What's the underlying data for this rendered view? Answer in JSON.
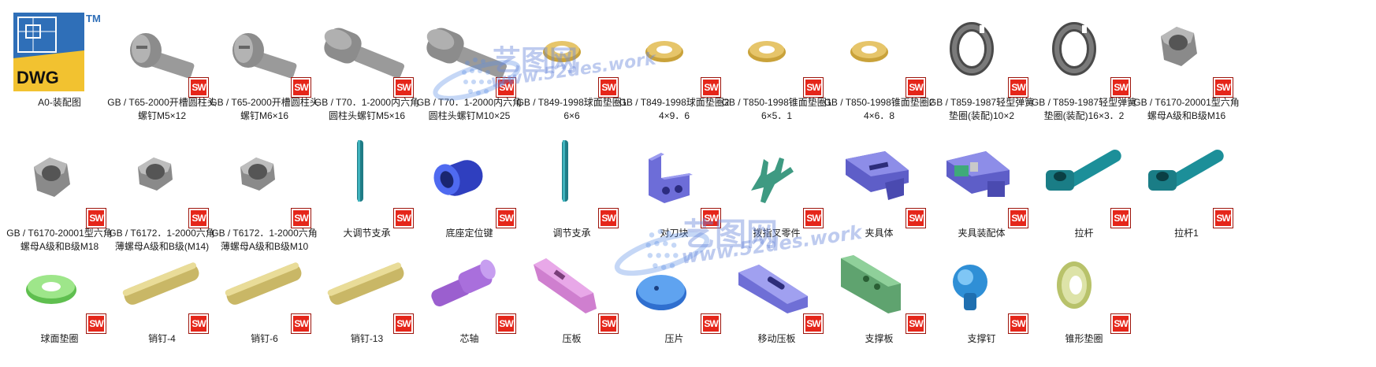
{
  "badge_label": "SW",
  "watermark": {
    "brand": "艺图网",
    "url": "www.52des.work"
  },
  "dwg_icon": {
    "label": "DWG",
    "tm": "TM"
  },
  "files": [
    {
      "label": "A0-装配图",
      "icon": "dwg-file-icon"
    },
    {
      "label": "GB / T65-2000开槽圆柱头螺钉M5×12",
      "icon": "screw-icon"
    },
    {
      "label": "GB / T65-2000开槽圆柱头螺钉M6×16",
      "icon": "screw-icon"
    },
    {
      "label": "GB / T70．1-2000内六角圆柱头螺钉M5×16",
      "icon": "socket-screw-icon"
    },
    {
      "label": "GB / T70．1-2000内六角圆柱头螺钉M10×25",
      "icon": "socket-screw-icon"
    },
    {
      "label": "GB / T849-1998球面垫圈16×6",
      "icon": "washer-icon"
    },
    {
      "label": "GB / T849-1998球面垫圈24×9．6",
      "icon": "washer-icon"
    },
    {
      "label": "GB / T850-1998锥面垫圈16×5．1",
      "icon": "washer-icon"
    },
    {
      "label": "GB / T850-1998锥面垫圈24×6．8",
      "icon": "washer-icon"
    },
    {
      "label": "GB / T859-1987轻型弹簧垫圈(装配)10×2",
      "icon": "spring-washer-icon"
    },
    {
      "label": "GB / T859-1987轻型弹簧垫圈(装配)16×3．2",
      "icon": "spring-washer-icon"
    },
    {
      "label": "GB / T6170-20001型六角螺母A级和B级M16",
      "icon": "hex-nut-icon"
    },
    {
      "label": "GB / T6170-20001型六角螺母A级和B级M18",
      "icon": "hex-nut-icon"
    },
    {
      "label": "GB / T6172．1-2000六角薄螺母A级和B级(M14)",
      "icon": "thin-hex-nut-icon"
    },
    {
      "label": "GB / T6172．1-2000六角薄螺母A级和B级M10",
      "icon": "thin-hex-nut-icon"
    },
    {
      "label": "大调节支承",
      "icon": "rod-icon"
    },
    {
      "label": "底座定位键",
      "icon": "cylinder-icon"
    },
    {
      "label": "调节支承",
      "icon": "rod-icon"
    },
    {
      "label": "对刀块",
      "icon": "block-icon"
    },
    {
      "label": "拨指叉零件",
      "icon": "fork-icon"
    },
    {
      "label": "夹具体",
      "icon": "fixture-body-icon"
    },
    {
      "label": "夹具装配体",
      "icon": "fixture-assembly-icon"
    },
    {
      "label": "拉杆",
      "icon": "pull-rod-icon"
    },
    {
      "label": "拉杆1",
      "icon": "pull-rod-icon"
    },
    {
      "label": "球面垫圈",
      "icon": "spherical-washer-icon"
    },
    {
      "label": "销钉-4",
      "icon": "pin-icon"
    },
    {
      "label": "销钉-6",
      "icon": "pin-icon"
    },
    {
      "label": "销钉-13",
      "icon": "pin-icon"
    },
    {
      "label": "芯轴",
      "icon": "mandrel-icon"
    },
    {
      "label": "压板",
      "icon": "clamp-plate-icon"
    },
    {
      "label": "压片",
      "icon": "disc-icon"
    },
    {
      "label": "移动压板",
      "icon": "moving-plate-icon"
    },
    {
      "label": "支撑板",
      "icon": "support-plate-icon"
    },
    {
      "label": "支撑钉",
      "icon": "support-pin-icon"
    },
    {
      "label": "锥形垫圈",
      "icon": "cone-washer-icon"
    }
  ]
}
